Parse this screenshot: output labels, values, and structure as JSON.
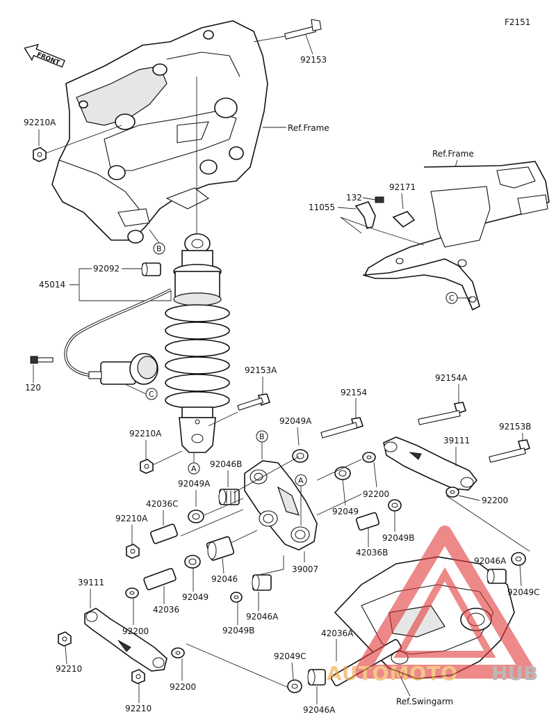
{
  "figure_code": "F2151",
  "front_label": "FRONT",
  "ref_labels": {
    "frame_top": "Ref.Frame",
    "frame_right": "Ref.Frame",
    "swingarm": "Ref.Swingarm"
  },
  "circle_refs": [
    "A",
    "B",
    "C"
  ],
  "part_numbers": {
    "p92153": "92153",
    "p92210A_top": "92210A",
    "p92092": "92092",
    "p45014": "45014",
    "p120": "120",
    "p132": "132",
    "p92171": "92171",
    "p11055": "11055",
    "p92153A": "92153A",
    "p92154": "92154",
    "p92154A": "92154A",
    "p92153B": "92153B",
    "p92210A_mid": "92210A",
    "p92049A_a": "92049A",
    "p92046B": "92046B",
    "p92049A_b": "92049A",
    "p42036C": "42036C",
    "p92210A_low": "92210A",
    "p39111_right": "39111",
    "p92200_a": "92200",
    "p92200_b": "92200",
    "p92049_a": "92049",
    "p92049B_a": "92049B",
    "p42036B": "42036B",
    "p39007": "39007",
    "p92046": "92046",
    "p92049_b": "92049",
    "p42036": "42036",
    "p39111_left": "39111",
    "p92200_c": "92200",
    "p92046A_a": "92046A",
    "p92049B_b": "92049B",
    "p92046A_b": "92046A",
    "p92049C_a": "92049C",
    "p92210_a": "92210",
    "p92200_d": "92200",
    "p92210_b": "92210",
    "p42036A": "42036A",
    "p92049C_b": "92049C",
    "p92046A_c": "92046A"
  },
  "watermark": {
    "text_auto": "AUTOMOTO",
    "text_hub": "HUB",
    "color_red": "#e23b3b",
    "color_orange": "#f0a13a",
    "color_gray": "#8c8c8c"
  }
}
